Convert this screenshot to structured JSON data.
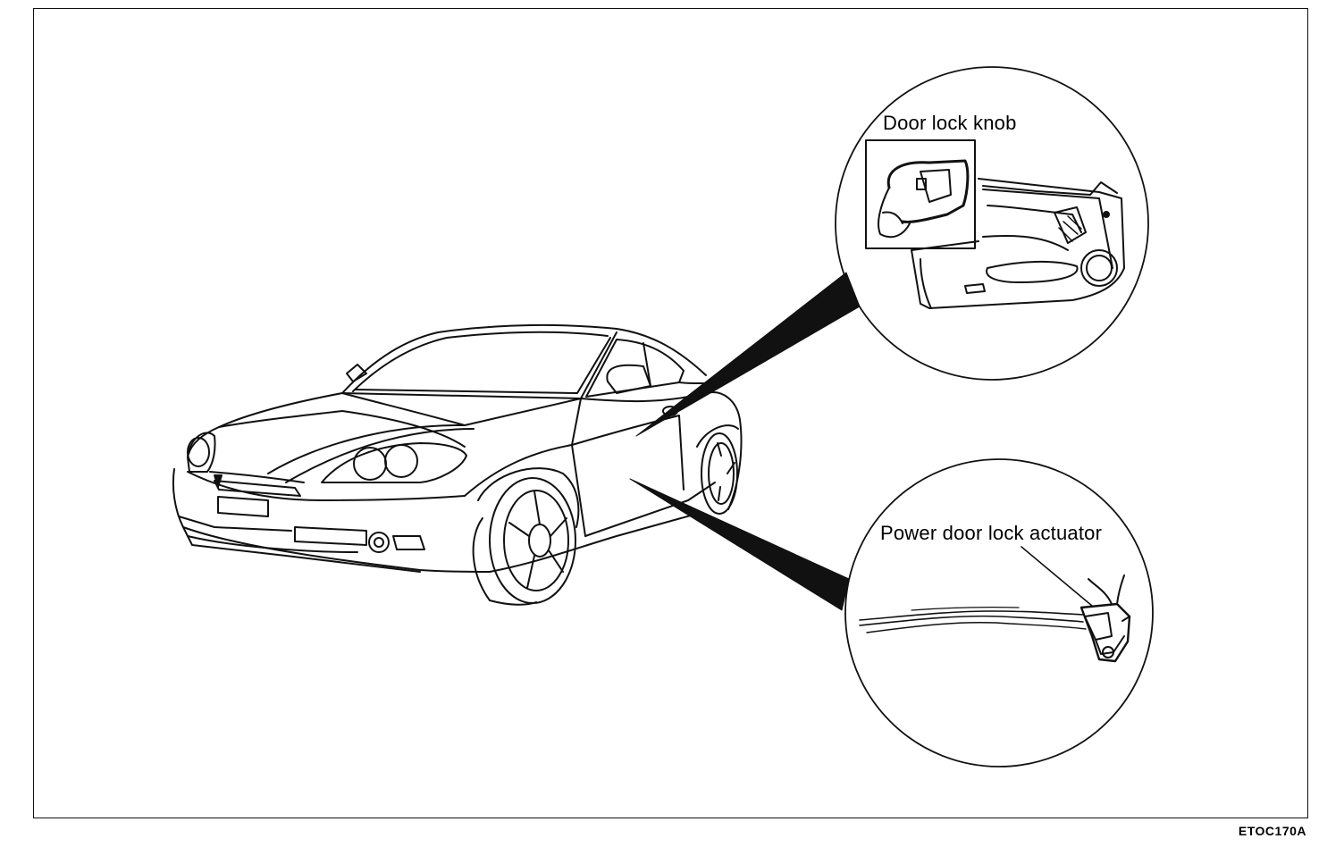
{
  "callouts": {
    "door_lock_knob": "Door lock knob",
    "power_door_lock_actuator": "Power door lock actuator"
  },
  "figure_code": "ETOC170A",
  "icons": [
    "car-illustration",
    "door-trim-detail",
    "actuator-detail"
  ],
  "colors": {
    "line": "#111111",
    "background": "#ffffff"
  }
}
